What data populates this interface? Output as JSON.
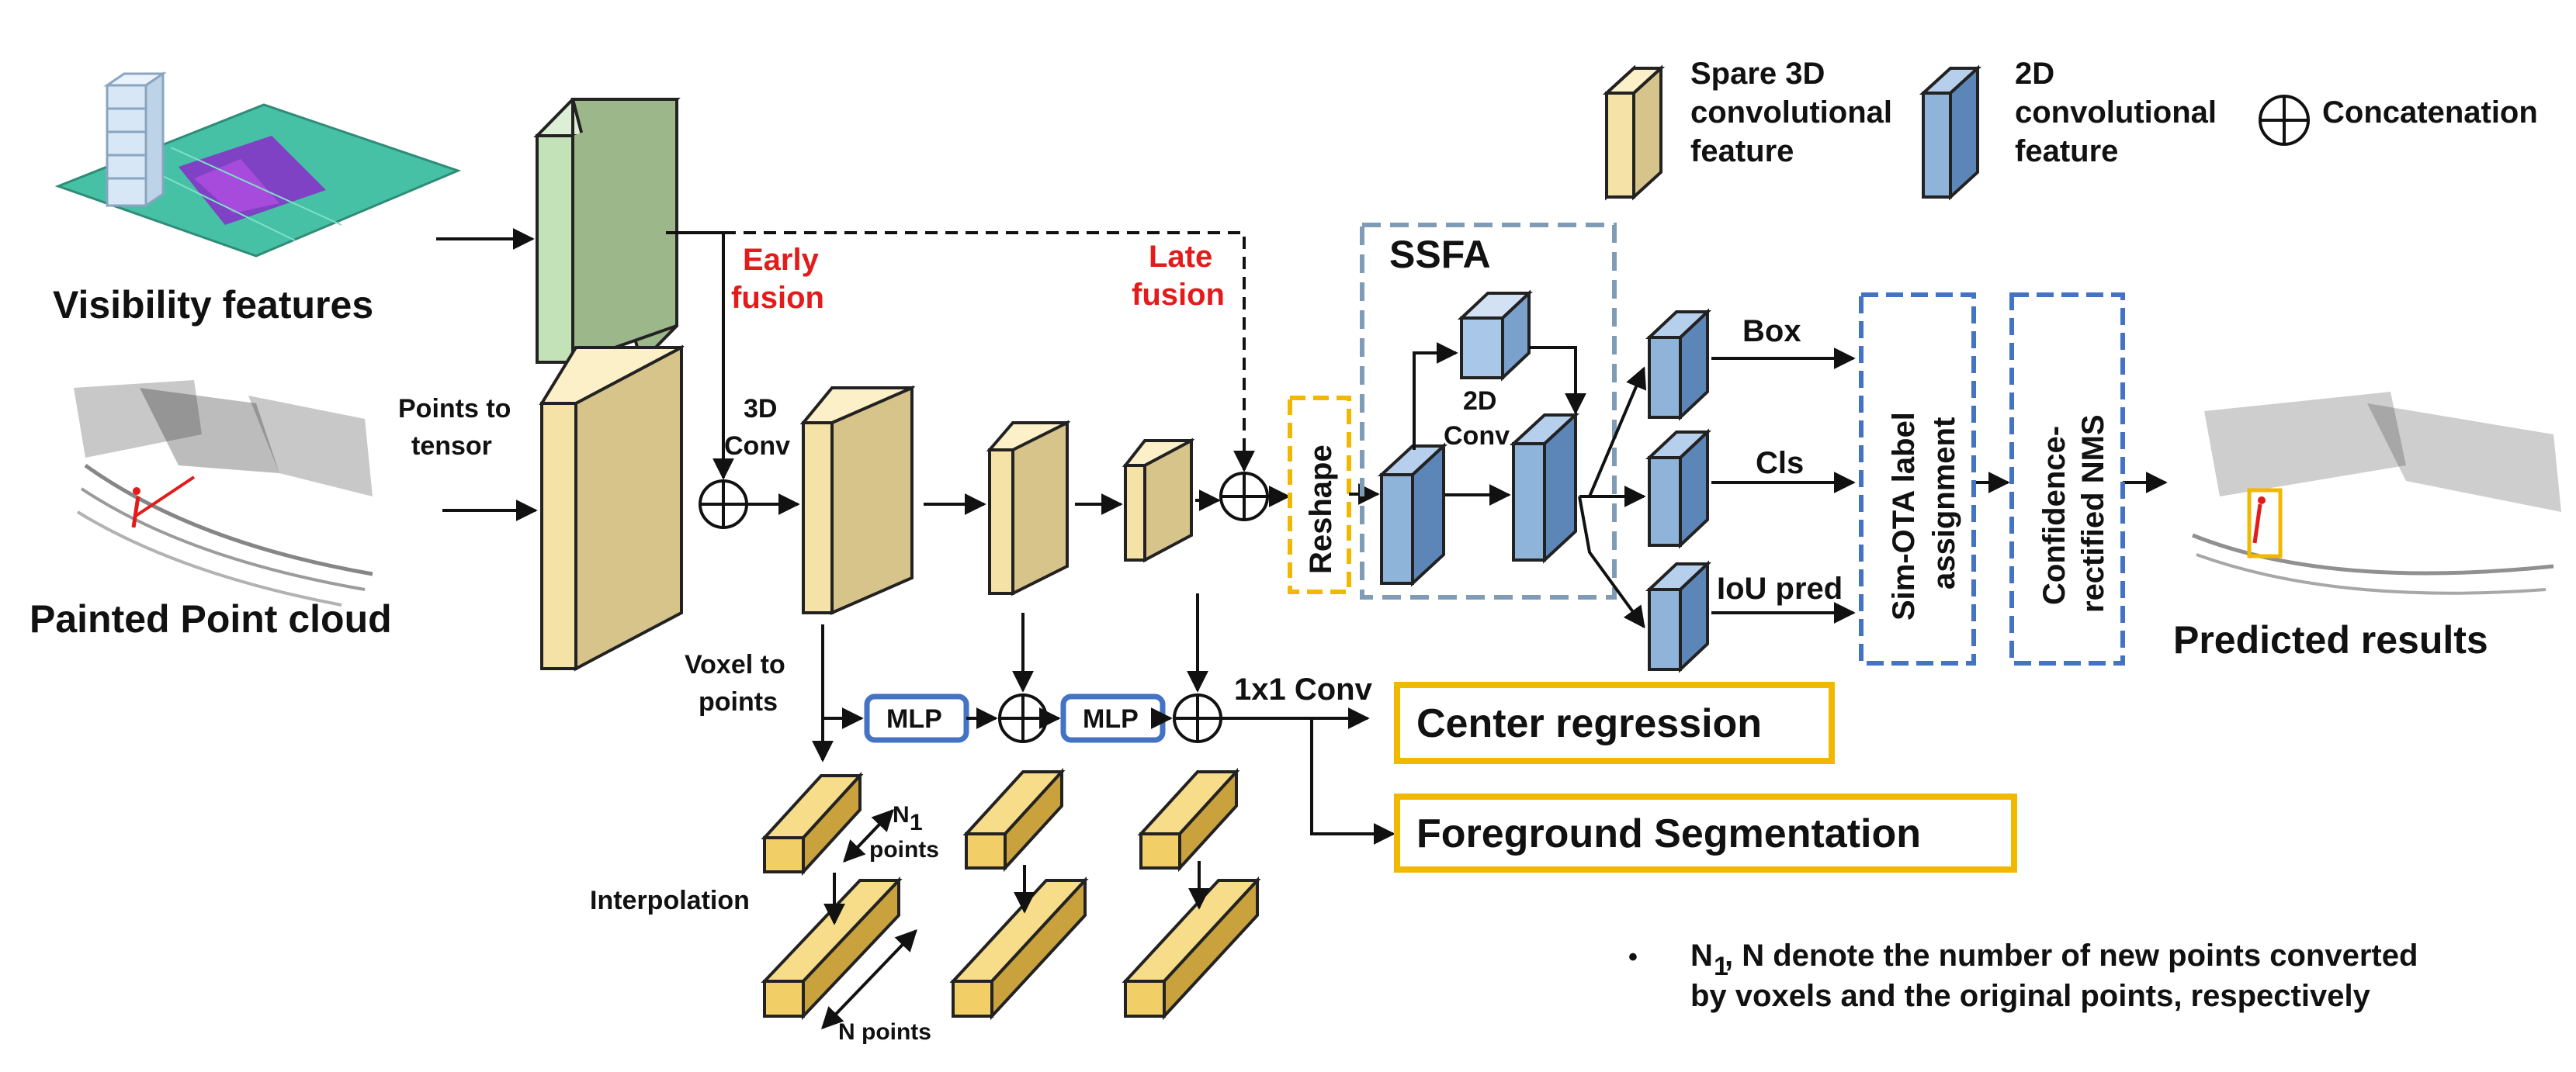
{
  "colors": {
    "sparse3d_front": "#f5e2a6",
    "sparse3d_side": "#d6c48b",
    "sparse3d_top": "#fbf0c8",
    "conv2d_front": "#8fb4da",
    "conv2d_side": "#5d86b8",
    "conv2d_top": "#b6cfec",
    "green_front": "#c4e2b8",
    "green_side": "#9cb88a",
    "gold_front": "#f2cf66",
    "gold_side": "#c9a23e",
    "accent_yellow": "#f2b800",
    "accent_blue": "#4472c4",
    "ssfa_gray": "#7f9bb5",
    "early_late_red": "#e31b1b"
  },
  "legend": {
    "sparse3d": [
      "Spare 3D",
      "convolutional",
      "feature"
    ],
    "conv2d": [
      "2D",
      "convolutional",
      "feature"
    ],
    "concat": "Concatenation"
  },
  "inputs": {
    "visibility": "Visibility features",
    "point_cloud": "Painted Point cloud"
  },
  "fusion": {
    "early": [
      "Early",
      "fusion"
    ],
    "late": [
      "Late",
      "fusion"
    ]
  },
  "labels": {
    "points_to_tensor": [
      "Points to",
      "tensor"
    ],
    "conv3d": [
      "3D",
      "Conv"
    ],
    "voxel_to_points": [
      "Voxel to",
      "points"
    ],
    "mlp": "MLP",
    "conv1x1": "1x1 Conv",
    "interpolation": "Interpolation",
    "n1": "N",
    "n1_sub": "1",
    "n1_points": "points",
    "n_points": "N points",
    "reshape": "Reshape",
    "ssfa": "SSFA",
    "conv2d": [
      "2D",
      "Conv"
    ],
    "box": "Box",
    "cls": "Cls",
    "iou": "IoU pred",
    "sim_ota": [
      "Sim-OTA  label",
      "assignment"
    ],
    "nms": [
      "Confidence-",
      "rectified NMS"
    ],
    "predicted": "Predicted results"
  },
  "heads": {
    "center": "Center regression",
    "segmentation": "Foreground Segmentation"
  },
  "note": {
    "bullet": "•",
    "n1": "N",
    "n1_sub": "1",
    "line1": " , N denote the number of  new points converted",
    "line2": "by voxels and the original points,  respectively"
  }
}
